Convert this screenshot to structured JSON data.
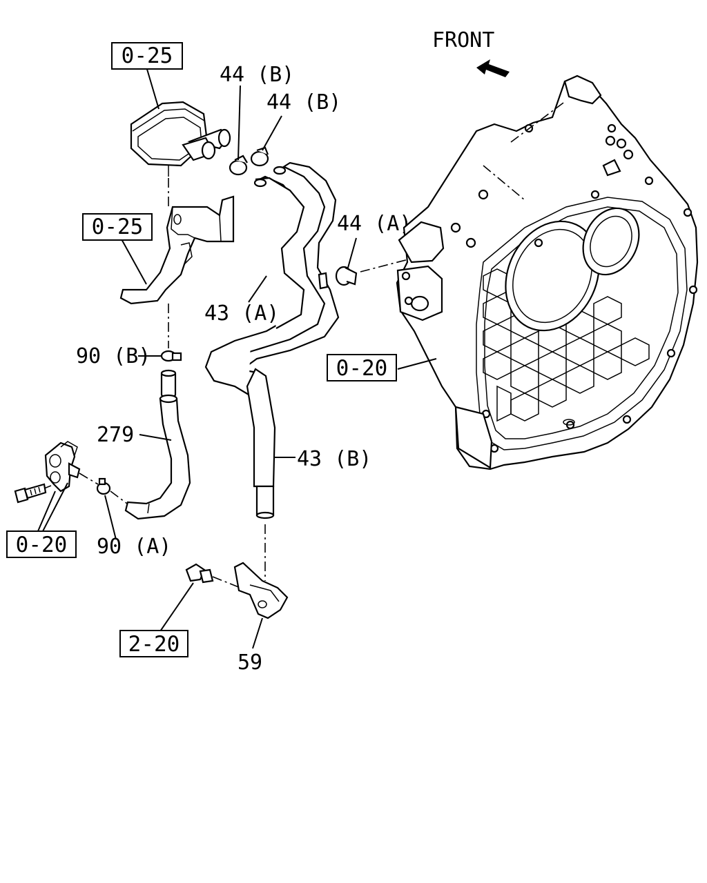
{
  "front_label": "FRONT",
  "ref_boxes": {
    "box_0_25_top": "0-25",
    "box_0_25_bracket": "0-25",
    "box_0_20_housing": "0-20",
    "box_0_20_sensor": "0-20",
    "box_2_20_bolt": "2-20"
  },
  "callouts": {
    "c44b_1": "44 (B)",
    "c44b_2": "44 (B)",
    "c44a": "44 (A)",
    "c43a": "43 (A)",
    "c43b": "43 (B)",
    "c90b": "90 (B)",
    "c90a": "90 (A)",
    "c279": "279",
    "c59": "59"
  }
}
